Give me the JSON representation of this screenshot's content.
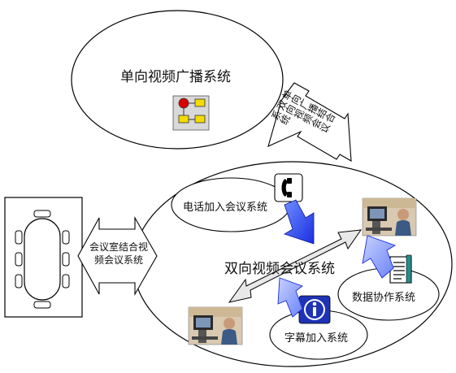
{
  "diagram": {
    "top_system": {
      "label": "单向视频广播系统"
    },
    "main_system": {
      "label": "双向视频会议系统"
    },
    "phone_join": {
      "label": "电话加入会议系统"
    },
    "data_collab": {
      "label": "数据协作系统"
    },
    "caption_join": {
      "label": "字幕加入系统"
    },
    "broadcast_link": {
      "line1": "单向广播结合",
      "line2": "双向视频会议",
      "line3": "系统"
    },
    "room_link": {
      "line1": "会议室结合视",
      "line2": "频会议系统"
    }
  },
  "colors": {
    "outline": "#000000",
    "blue_arrow": "#1a2ee0",
    "gray": "#c8c8c8",
    "icon_blue": "#1f33b5"
  }
}
